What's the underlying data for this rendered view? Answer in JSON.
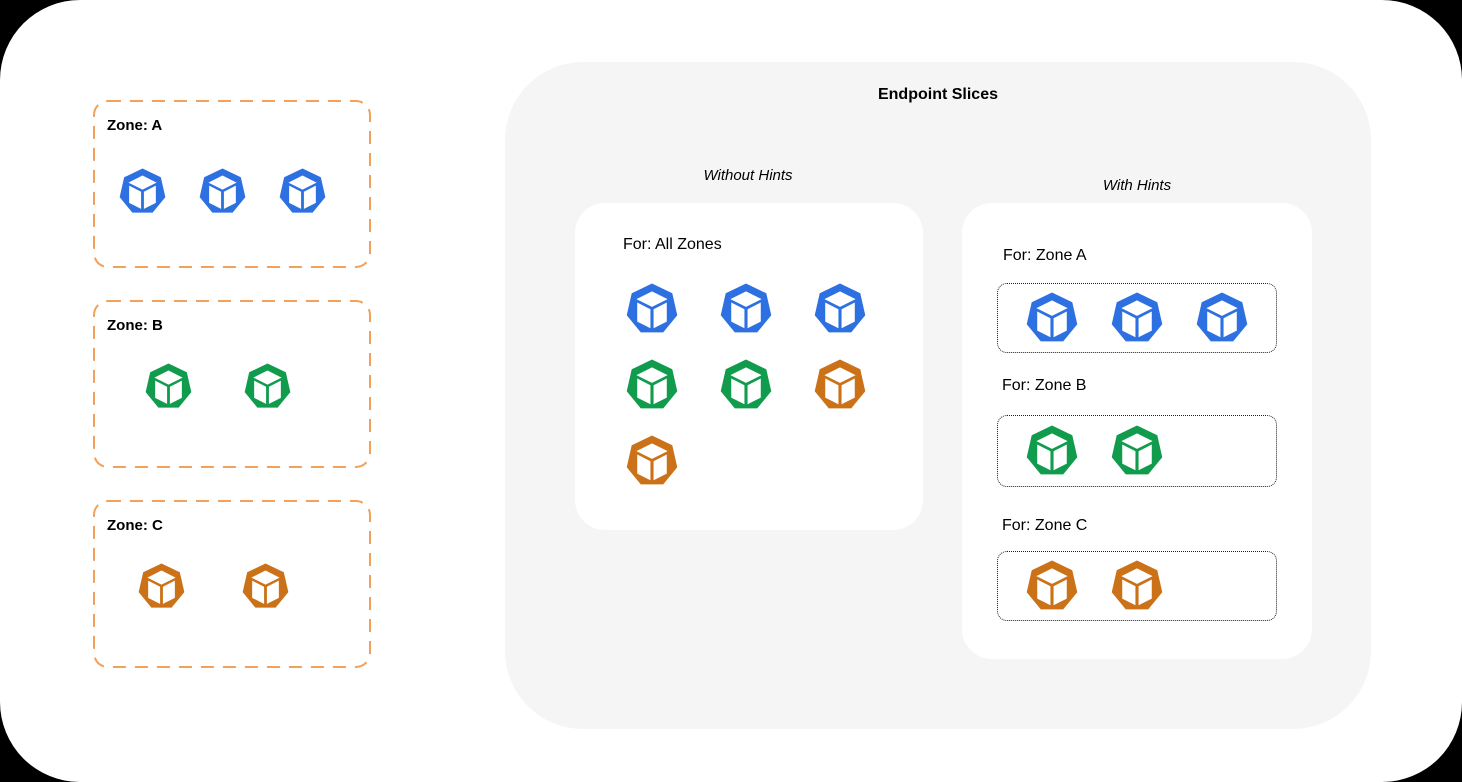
{
  "colors": {
    "blue": "#2D70E2",
    "green": "#119C4D",
    "orange": "#CB7219",
    "zone_border": "#F1A15C",
    "slice_border": "#1F1F1F",
    "panel_bg": "#F5F5F6",
    "canvas_bg": "#FFFFFF",
    "page_bg": "#000000"
  },
  "zones": [
    {
      "label": "Zone: A",
      "pods": [
        "blue",
        "blue",
        "blue"
      ]
    },
    {
      "label": "Zone: B",
      "pods": [
        "green",
        "green"
      ]
    },
    {
      "label": "Zone: C",
      "pods": [
        "orange",
        "orange"
      ]
    }
  ],
  "endpoint_panel": {
    "title": "Endpoint Slices",
    "without_hints": {
      "label": "Without Hints",
      "slice": {
        "label": "For: All Zones",
        "pods": [
          "blue",
          "blue",
          "blue",
          "green",
          "green",
          "orange",
          "orange"
        ]
      }
    },
    "with_hints": {
      "label": "With Hints",
      "slices": [
        {
          "label": "For: Zone A",
          "pods": [
            "blue",
            "blue",
            "blue"
          ]
        },
        {
          "label": "For: Zone B",
          "pods": [
            "green",
            "green"
          ]
        },
        {
          "label": "For: Zone C",
          "pods": [
            "orange",
            "orange"
          ]
        }
      ]
    }
  }
}
